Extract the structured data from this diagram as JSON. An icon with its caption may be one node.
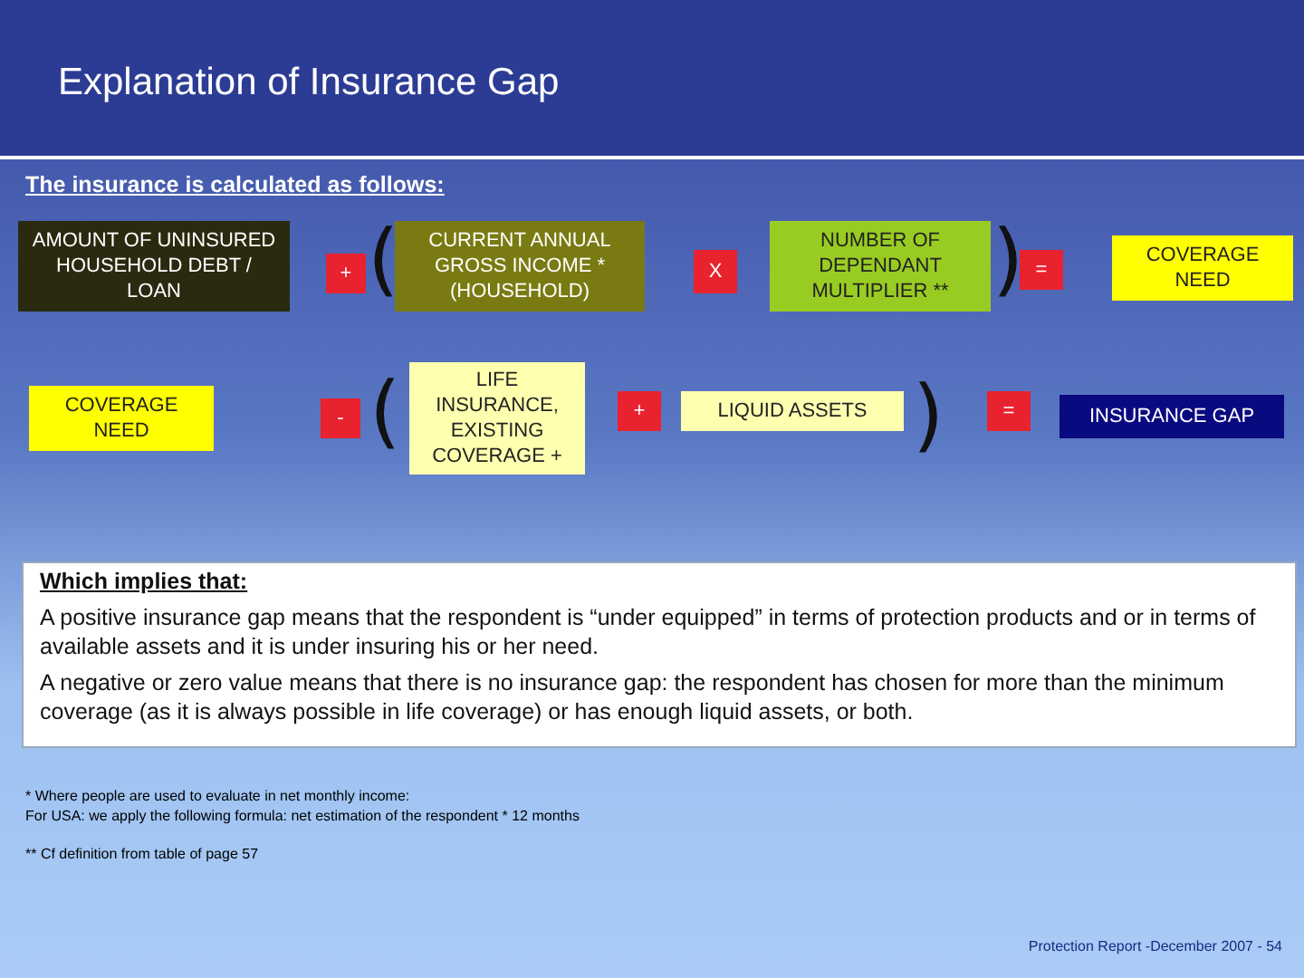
{
  "diagram": {
    "title": "Explanation of Insurance Gap",
    "nodes": [
      {
        "text": [
          "AMOUNT OF UNINSURED HOUSEHOLD DEBT / LOAN"
        ]
      },
      {
        "text": [
          "+"
        ]
      },
      {
        "text": [
          "CURRENT ANNUAL GROSS INCOME * (HOUSEHOLD)"
        ]
      },
      {
        "text": [
          "X"
        ]
      },
      {
        "text": [
          "NUMBER OF DEPENDANT MULTIPLIER **"
        ]
      },
      {
        "text": [
          "="
        ]
      },
      {
        "text": [
          "COVERAGE NEED"
        ]
      },
      {
        "text": [
          "COVERAGE NEED"
        ]
      },
      {
        "text": [
          "-"
        ]
      },
      {
        "text": [
          "LIFE INSURANCE, EXISTING COVERAGE +"
        ]
      },
      {
        "text": [
          "+"
        ]
      },
      {
        "text": [
          "LIQUID ASSETS"
        ]
      },
      {
        "text": [
          "="
        ]
      },
      {
        "text": [
          "INSURANCE GAP"
        ]
      },
      {
        "text": [
          "Which implies that:",
          "A positive insurance gap means that the respondent is “under equipped” in terms of protection products and or in terms of available assets and it is under insuring his or her need.",
          "A negative or zero value means that there is no insurance gap: the respondent has chosen for more than the minimum coverage (as it is always possible in life coverage) or has enough liquid assets, or both."
        ]
      }
    ],
    "labels": [
      "The insurance is calculated as follows:",
      "(",
      ")",
      "(",
      ")",
      "* Where people are used to evaluate in net monthly income:",
      "For USA: we apply the following formula: net estimation of the respondent * 12 months",
      "** Cf definition from table of page 57",
      "Protection Report -December 2007 - 54"
    ]
  }
}
